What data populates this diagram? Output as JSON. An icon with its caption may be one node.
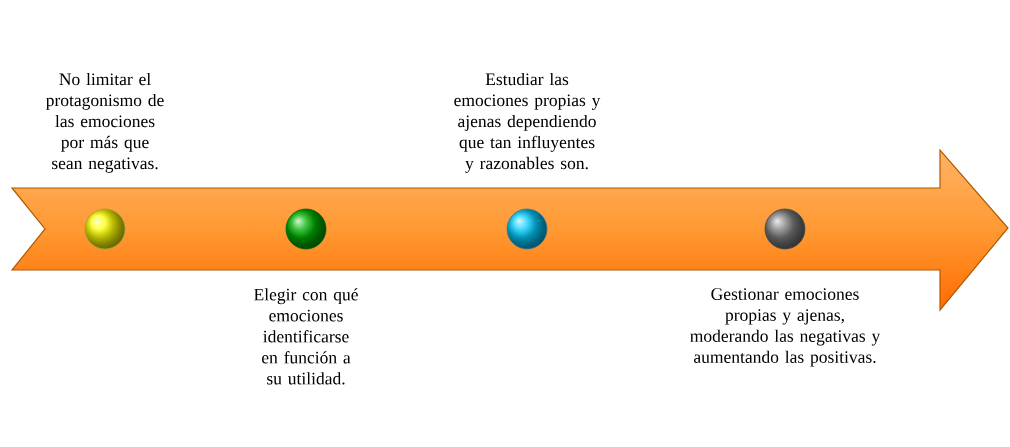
{
  "diagram": {
    "nodes": [
      {
        "text": [],
        "shape": "arrow"
      },
      {
        "text": [],
        "shape": "circle",
        "in": 0,
        "beside": [
          "No limitar el protagonismo de las emociones por más que sean negativas."
        ]
      },
      {
        "text": [],
        "shape": "circle",
        "in": 0,
        "beside": [
          "Elegir con qué emociones identificarse en función a su utilidad."
        ]
      },
      {
        "text": [],
        "shape": "circle",
        "in": 0,
        "beside": [
          "Estudiar las emociones propias y ajenas dependiendo que tan influyentes y razonables son."
        ]
      },
      {
        "text": [],
        "shape": "circle",
        "in": 0,
        "beside": [
          "Gestionar emociones propias y ajenas, moderando las negativas y aumentando las positivas."
        ]
      }
    ]
  }
}
